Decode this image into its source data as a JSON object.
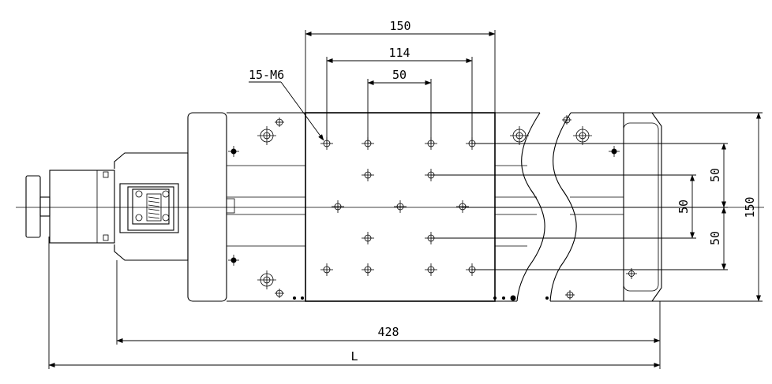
{
  "dimensions": {
    "top_150": "150",
    "top_114": "114",
    "top_50": "50",
    "hole_callout": "15-M6",
    "right_50_upper": "50",
    "right_50_middle": "50",
    "right_50_lower": "50",
    "right_150": "150",
    "length_428": "428",
    "length_L": "L"
  }
}
